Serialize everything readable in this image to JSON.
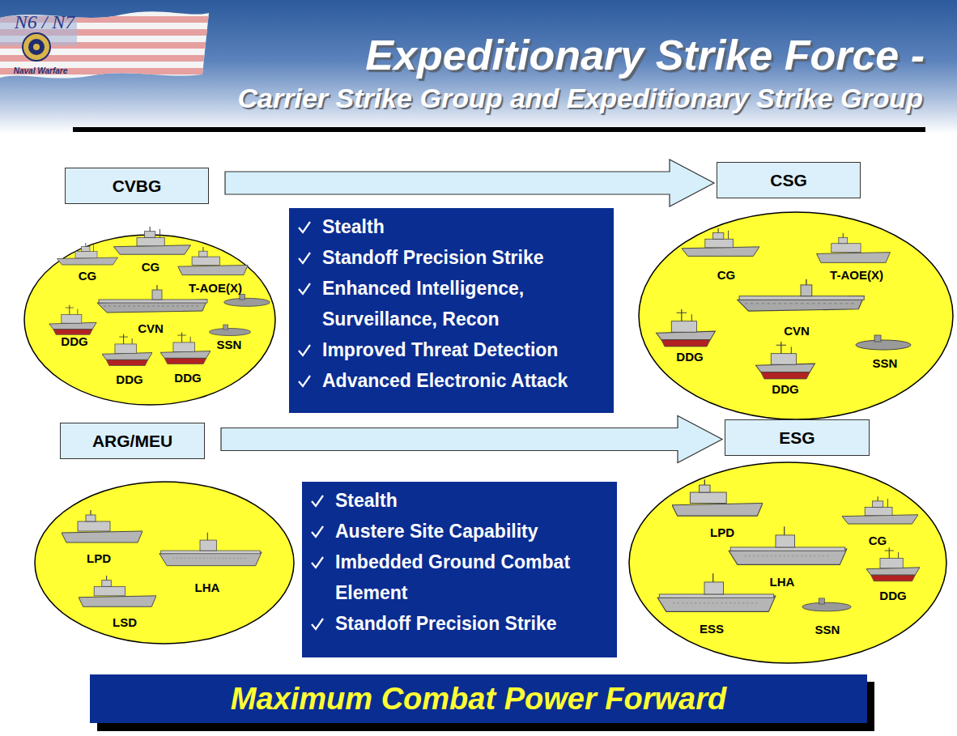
{
  "diagram": {
    "title": "Expeditionary Strike Force -",
    "nodes": [
      {
        "text": [
          "CVBG"
        ]
      },
      {
        "text": [
          "CSG"
        ]
      },
      {
        "text": [
          "Stealth",
          "Standoff Precision Strike",
          "Enhanced Intelligence, Surveillance, Recon",
          "Improved Threat Detection",
          "Advanced Electronic Attack"
        ]
      },
      {
        "text": [
          "ARG/MEU"
        ]
      },
      {
        "text": [
          "ESG"
        ]
      },
      {
        "text": [
          "Stealth",
          "Austere Site Capability",
          "Imbedded Ground Combat Element",
          "Standoff Precision Strike"
        ]
      },
      {
        "text": [
          "Maximum Combat Power Forward"
        ]
      }
    ],
    "edges": [
      {
        "from": 0,
        "to": 1,
        "arrow": "to"
      },
      {
        "from": 3,
        "to": 4,
        "arrow": "to"
      }
    ],
    "labels": [
      "N6 / N7",
      "Naval Warfare",
      "Carrier Strike Group and Expeditionary Strike Group",
      "CG",
      "CG",
      "T-AOE(X)",
      "CVN",
      "DDG",
      "SSN",
      "DDG",
      "DDG",
      "CG",
      "T-AOE(X)",
      "CVN",
      "DDG",
      "SSN",
      "DDG",
      "LPD",
      "LHA",
      "LSD",
      "LPD",
      "CG",
      "LHA",
      "DDG",
      "ESS",
      "SSN"
    ]
  }
}
